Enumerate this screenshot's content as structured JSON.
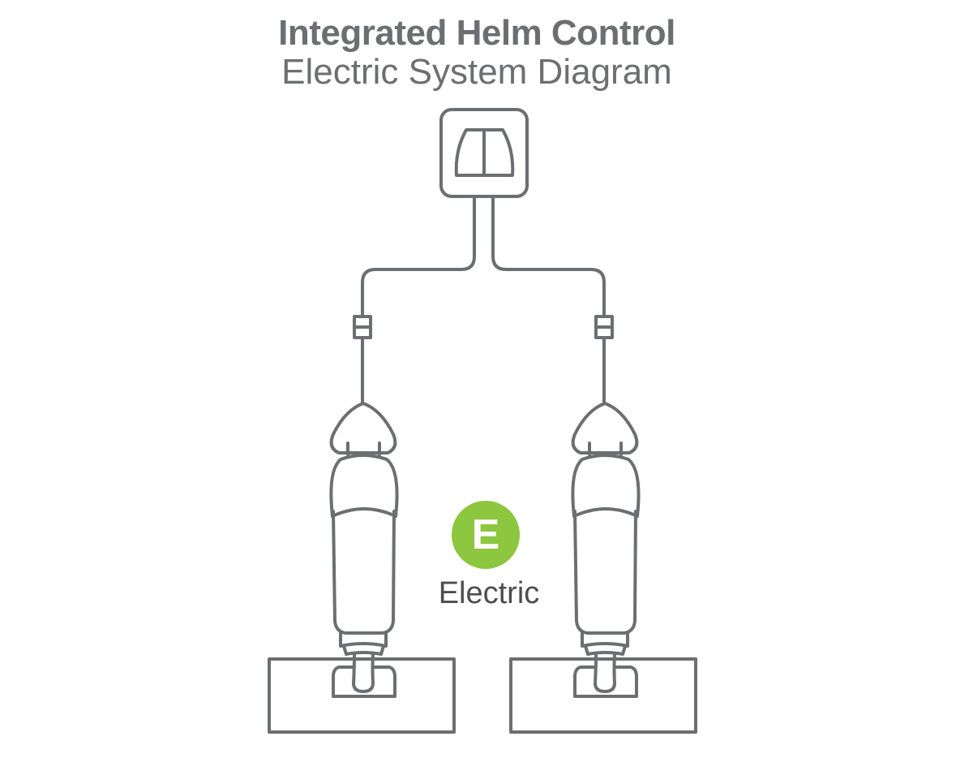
{
  "title": "Integrated Helm Control",
  "subtitle": "Electric System Diagram",
  "legend": {
    "badge_letter": "E",
    "label": "Electric",
    "badge_color": "#8dc63f"
  },
  "line_color": "#6d6e71"
}
